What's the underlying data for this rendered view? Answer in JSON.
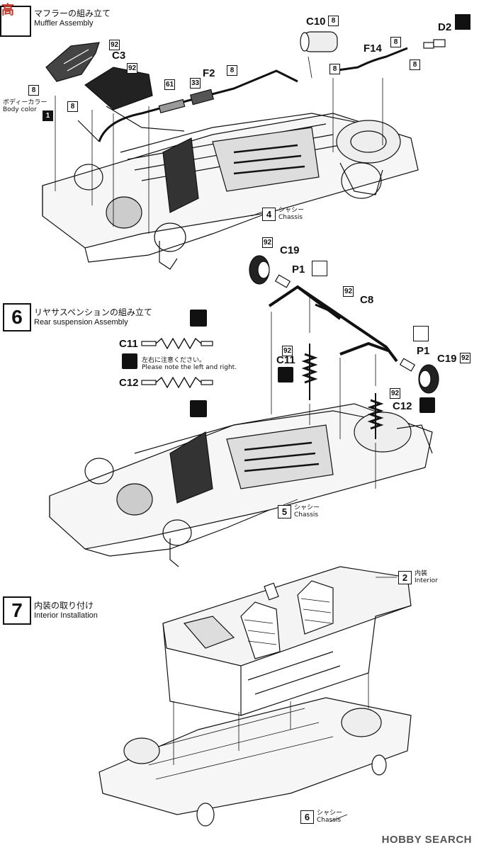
{
  "steps": [
    {
      "num": "",
      "title_jp": "マフラーの組み立て",
      "title_en": "Muffler Assembly"
    },
    {
      "num": "6",
      "title_jp": "リヤサスペンションの組み立て",
      "title_en": "Rear suspension Assembly"
    },
    {
      "num": "7",
      "title_jp": "内装の取り付け",
      "title_en": "Interior Installation"
    }
  ],
  "step5": {
    "parts": [
      "C10",
      "D2",
      "F14",
      "F2",
      "C3"
    ],
    "tags": [
      "8",
      "92",
      "92",
      "8",
      "8",
      "61",
      "33",
      "8",
      "8",
      "8",
      "8",
      "1"
    ],
    "body_color_jp": "ボディーカラー",
    "body_color_en": "Body color",
    "body_color_tag": "1",
    "ref": {
      "num": "4",
      "jp": "シャシー",
      "en": "Chassis"
    }
  },
  "step6": {
    "parts": [
      "C19",
      "P1",
      "C8",
      "C11",
      "C12",
      "C11",
      "C12",
      "P1",
      "C19"
    ],
    "tags": [
      "92",
      "92",
      "92",
      "92",
      "92"
    ],
    "note_jp": "左右に注意ください。",
    "note_en": "Please note the left and right.",
    "ref": {
      "num": "5",
      "jp": "シャシー",
      "en": "Chassis"
    }
  },
  "step7": {
    "ref_interior": {
      "num": "2",
      "jp": "内装",
      "en": "Interior"
    },
    "ref_chassis": {
      "num": "6",
      "jp": "シャシー",
      "en": "Chassis"
    }
  },
  "watermark": {
    "logo_jp": "高",
    "text": "HOBBY SEARCH"
  }
}
